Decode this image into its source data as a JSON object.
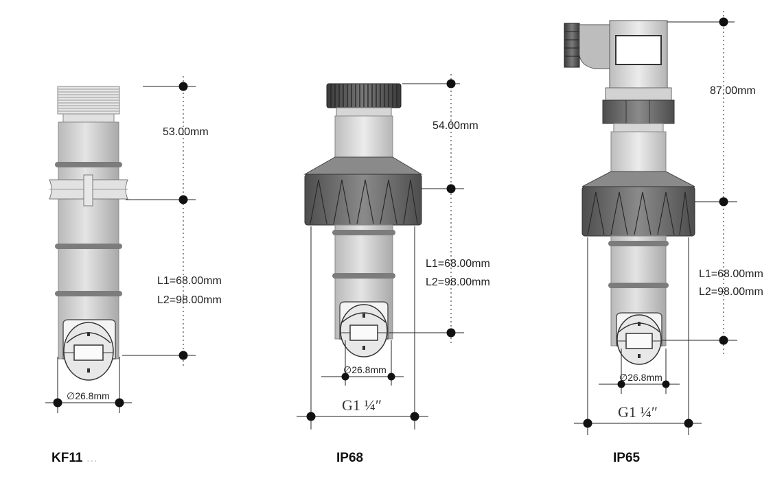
{
  "kf11": {
    "caption": "KF11",
    "caption_faded": "...",
    "dim_top": "53.00mm",
    "dim_l1": "L1=68.00mm",
    "dim_l2": "L2=98.00mm",
    "dim_dia": "∅26.8mm"
  },
  "ip68": {
    "caption": "IP68",
    "dim_top": "54.00mm",
    "dim_l1": "L1=68.00mm",
    "dim_l2": "L2=98.00mm",
    "dim_dia": "∅26.8mm",
    "thread": "G1 ¼″"
  },
  "ip65": {
    "caption": "IP65",
    "dim_top": "87.00mm",
    "dim_l1": "L1=68.00mm",
    "dim_l2": "L2=98.00mm",
    "dim_dia": "∅26.8mm",
    "thread": "G1 ¼″"
  }
}
